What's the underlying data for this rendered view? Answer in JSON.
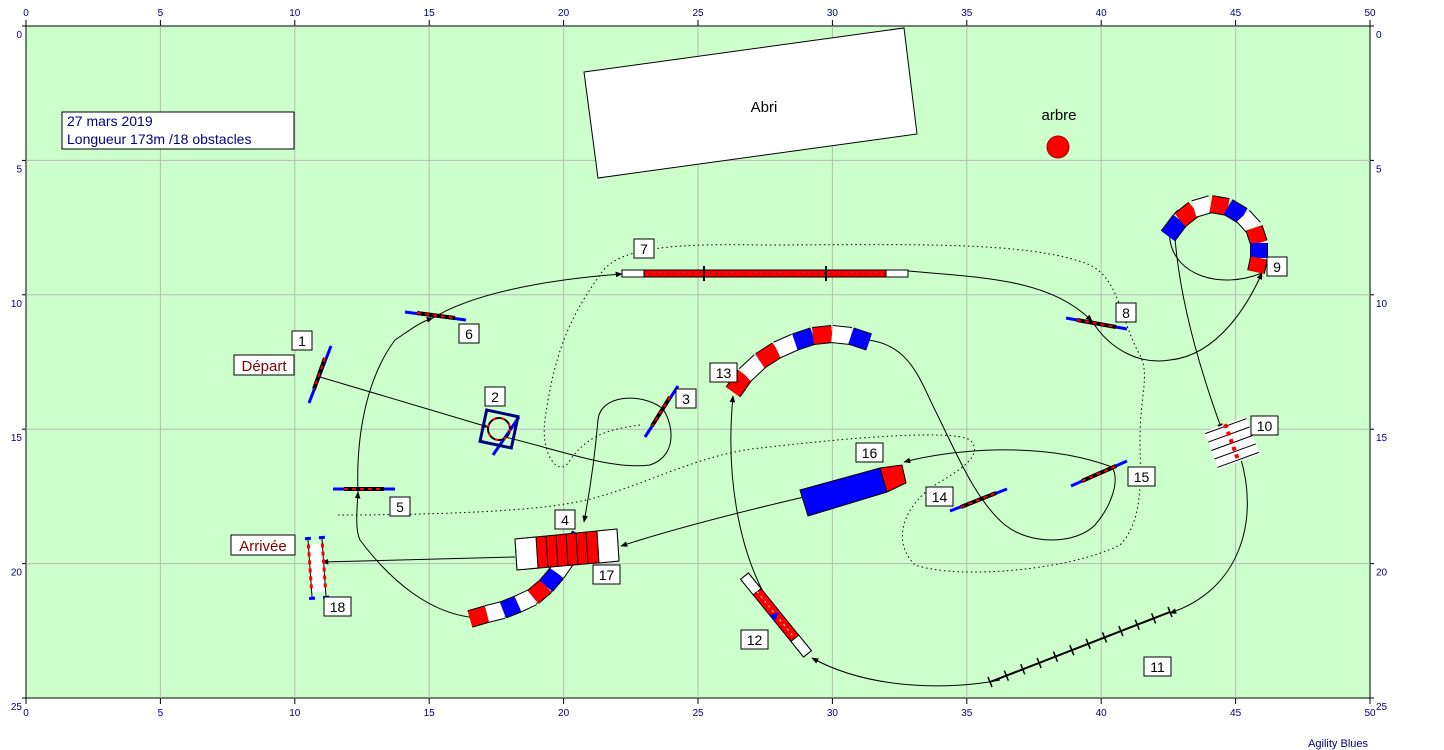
{
  "course": {
    "date": "27 mars 2019",
    "summary": "Longueur 173m /18 obstacles",
    "footer": "Agility Blues"
  },
  "axes": {
    "x_ticks": [
      "0",
      "5",
      "10",
      "15",
      "20",
      "25",
      "30",
      "35",
      "40",
      "45",
      "50"
    ],
    "y_ticks": [
      "0",
      "5",
      "10",
      "15",
      "20",
      "25"
    ]
  },
  "landmarks": {
    "shelter": "Abri",
    "tree": "arbre",
    "start": "Départ",
    "finish": "Arrivée"
  },
  "obstacles": [
    {
      "number": "1",
      "type": "jump"
    },
    {
      "number": "2",
      "type": "tire"
    },
    {
      "number": "3",
      "type": "jump"
    },
    {
      "number": "4",
      "type": "tunnel"
    },
    {
      "number": "5",
      "type": "jump"
    },
    {
      "number": "6",
      "type": "jump"
    },
    {
      "number": "7",
      "type": "dogwalk"
    },
    {
      "number": "8",
      "type": "jump"
    },
    {
      "number": "9",
      "type": "tunnel"
    },
    {
      "number": "10",
      "type": "spread-jump"
    },
    {
      "number": "11",
      "type": "weave-poles"
    },
    {
      "number": "12",
      "type": "seesaw"
    },
    {
      "number": "13",
      "type": "tunnel"
    },
    {
      "number": "14",
      "type": "jump"
    },
    {
      "number": "15",
      "type": "jump"
    },
    {
      "number": "16",
      "type": "chute"
    },
    {
      "number": "17",
      "type": "a-frame"
    },
    {
      "number": "18",
      "type": "spread-jump"
    }
  ],
  "colors": {
    "field": "#ccffcc",
    "red": "#ff0000",
    "blue": "#0000ff",
    "dark_blue": "#000080",
    "tree": "#ff0000"
  }
}
